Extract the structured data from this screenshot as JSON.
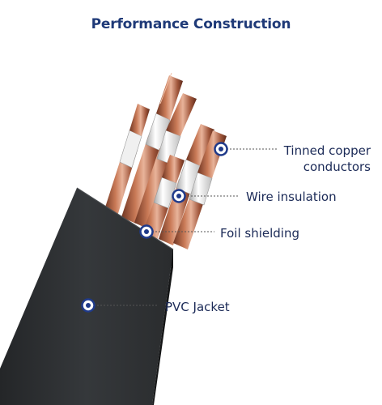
{
  "title": "Performance Construction",
  "callouts": {
    "tinned": {
      "line1": "Tinned copper",
      "line2": "conductors"
    },
    "insulation": "Wire insulation",
    "foil": "Foil shielding",
    "pvc": "PVC Jacket"
  },
  "colors": {
    "title": "#1f3a78",
    "label": "#1b2a57",
    "marker_ring": "#1f3a8a",
    "jacket": "#2f3133",
    "copper": "#b8674a",
    "insulation": "#f2f2f2"
  },
  "icons": {
    "marker": "target-dot-icon"
  }
}
